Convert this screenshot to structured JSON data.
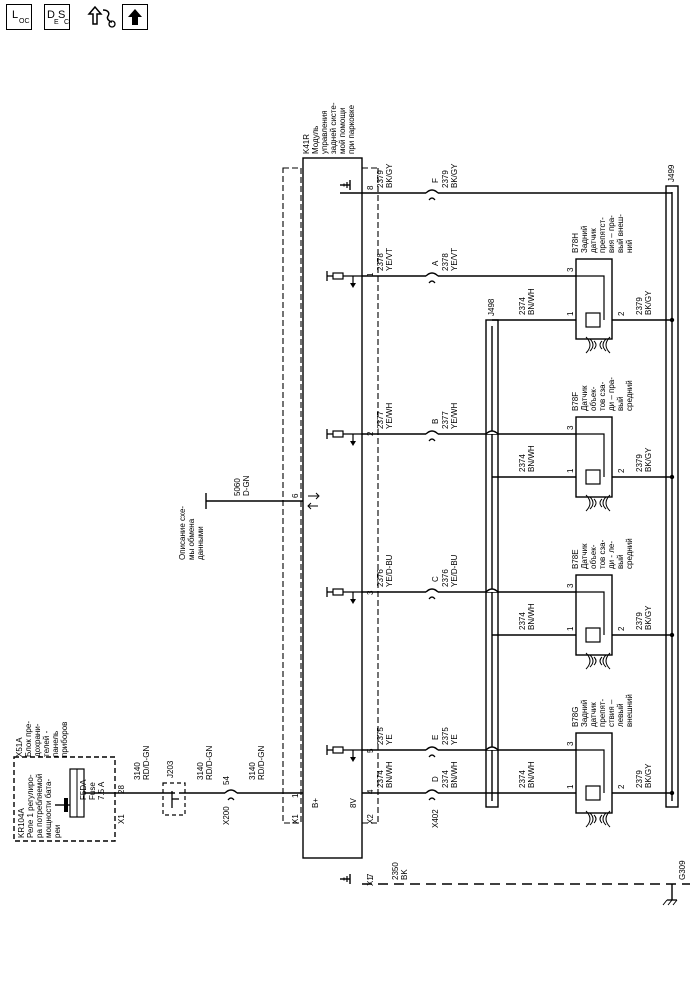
{
  "toolbar": {
    "loc_big": "L",
    "loc_small": "OC",
    "desc_big_d": "D",
    "desc_small_e": "E",
    "desc_big_s": "S",
    "desc_small_c": "C"
  },
  "fuse_block": {
    "id": "X51A",
    "name_lines": [
      "Блок пре-",
      "дохрани-",
      "телей -",
      "панель",
      "приборов"
    ],
    "relay_id": "KR104A",
    "relay_lines": [
      "Реле 1 регулиро-",
      "ра потребляемой",
      "мощности бата-",
      "реи"
    ],
    "fuse_id": "F5DA",
    "fuse_word": "Fuse",
    "fuse_rating": "7.5 A",
    "conn_label": "X1",
    "pin": "28"
  },
  "main_feed": {
    "circuit_top": "3140",
    "color_top": "RD/D-GN",
    "splice": "J203",
    "circuit_mid": "3140",
    "color_mid": "RD/D-GN",
    "inline_conn": "X200",
    "inline_pin": "54",
    "circuit_bot": "3140",
    "color_bot": "RD/D-GN"
  },
  "module": {
    "id": "K41R",
    "name_lines": [
      "Модуль",
      "управления",
      "задней систе-",
      "мой помощи",
      "при парковке"
    ],
    "bplus": "B+",
    "volt": "8V",
    "x1": "X1",
    "x2": "X2",
    "x1b": "X1",
    "pin_bplus": "1",
    "pin_data": "6",
    "pin_8v": "4",
    "pin_gnd": "7",
    "pin_f": "8",
    "pins_sig": [
      "1",
      "2",
      "3",
      "5"
    ]
  },
  "data_link": {
    "desc_lines": [
      "Описание схе-",
      "мы обмена",
      "данными"
    ],
    "circuit": "5060",
    "color": "D-GN"
  },
  "ground": {
    "circuit": "2350",
    "color": "BK",
    "point": "G309"
  },
  "x402": {
    "label": "X402",
    "pins": [
      "D",
      "E",
      "C",
      "B",
      "A",
      "F"
    ]
  },
  "wires": {
    "c2374": "2374",
    "bnwh": "BN/WH",
    "c2375": "2375",
    "ye": "YE",
    "c2376": "2376",
    "yedbu": "YE/D-BU",
    "c2377": "2377",
    "yewh": "YE/WH",
    "c2378": "2378",
    "yevt": "YE/VT",
    "c2379": "2379",
    "bkgy": "BK/GY"
  },
  "splices": {
    "j498": "J498",
    "j499": "J499"
  },
  "sensors": [
    {
      "id": "B78G",
      "lines": [
        "Задний",
        "датчик",
        "препят-",
        "ствия –",
        "левый",
        "внешний"
      ]
    },
    {
      "id": "B78E",
      "lines": [
        "Датчик",
        "объек-",
        "тов сза-",
        "ди - ле-",
        "вый",
        "средний"
      ]
    },
    {
      "id": "B78F",
      "lines": [
        "Датчик",
        "объек-",
        "тов сза-",
        "ди – пра-",
        "вый",
        "средний"
      ]
    },
    {
      "id": "B78H",
      "lines": [
        "Задний",
        "датчик",
        "препятст-",
        "вия – пра-",
        "вый внеш-",
        "ний"
      ]
    }
  ],
  "sensor_pins": {
    "p1": "1",
    "p2": "2",
    "p3": "3"
  }
}
